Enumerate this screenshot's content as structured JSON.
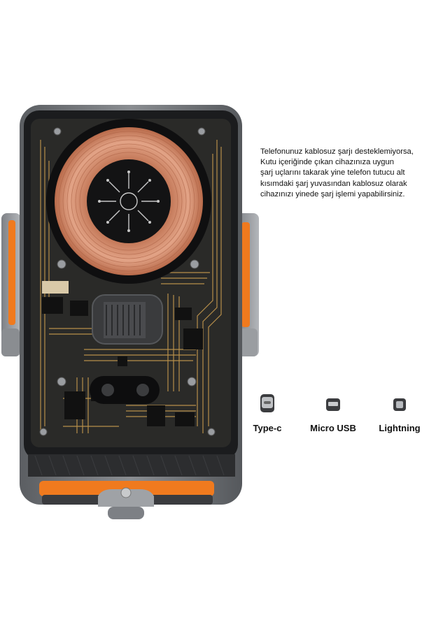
{
  "description": {
    "lines": [
      "Telefonunuz kablosuz şarjı desteklemiyorsa,",
      "Kutu içeriğinde çıkan cihazınıza uygun",
      "şarj uçlarını takarak yine telefon tutucu alt",
      "kısımdaki şarj yuvasından kablosuz olarak",
      "cihazınızı yinede şarj işlemi yapabilirsiniz."
    ]
  },
  "connectors": [
    {
      "label": "Type-c",
      "icon": "usb-c-plug-icon"
    },
    {
      "label": "Micro USB",
      "icon": "micro-usb-plug-icon"
    },
    {
      "label": "Lightning",
      "icon": "lightning-plug-icon"
    }
  ],
  "colors": {
    "accent_orange": "#f07a1e",
    "body_gray": "#6f7276",
    "coil_copper": "#d4896a",
    "pcb_gold": "#c79a4e"
  }
}
